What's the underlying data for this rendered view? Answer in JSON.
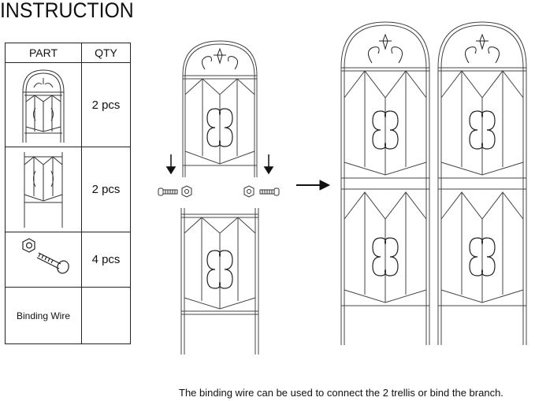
{
  "title": "INSTRUCTION",
  "table": {
    "headers": [
      "PART",
      "QTY"
    ],
    "rows": [
      {
        "qty": "2 pcs",
        "part_icon": "top-trellis-panel-icon"
      },
      {
        "qty": "2 pcs",
        "part_icon": "bottom-trellis-panel-icon"
      },
      {
        "qty": "4 pcs",
        "part_icon": "bolt-and-nut-icon"
      },
      {
        "part_label": "Binding Wire",
        "qty": ""
      }
    ]
  },
  "note": "The binding wire can be used to connect the 2 trellis or bind the branch."
}
